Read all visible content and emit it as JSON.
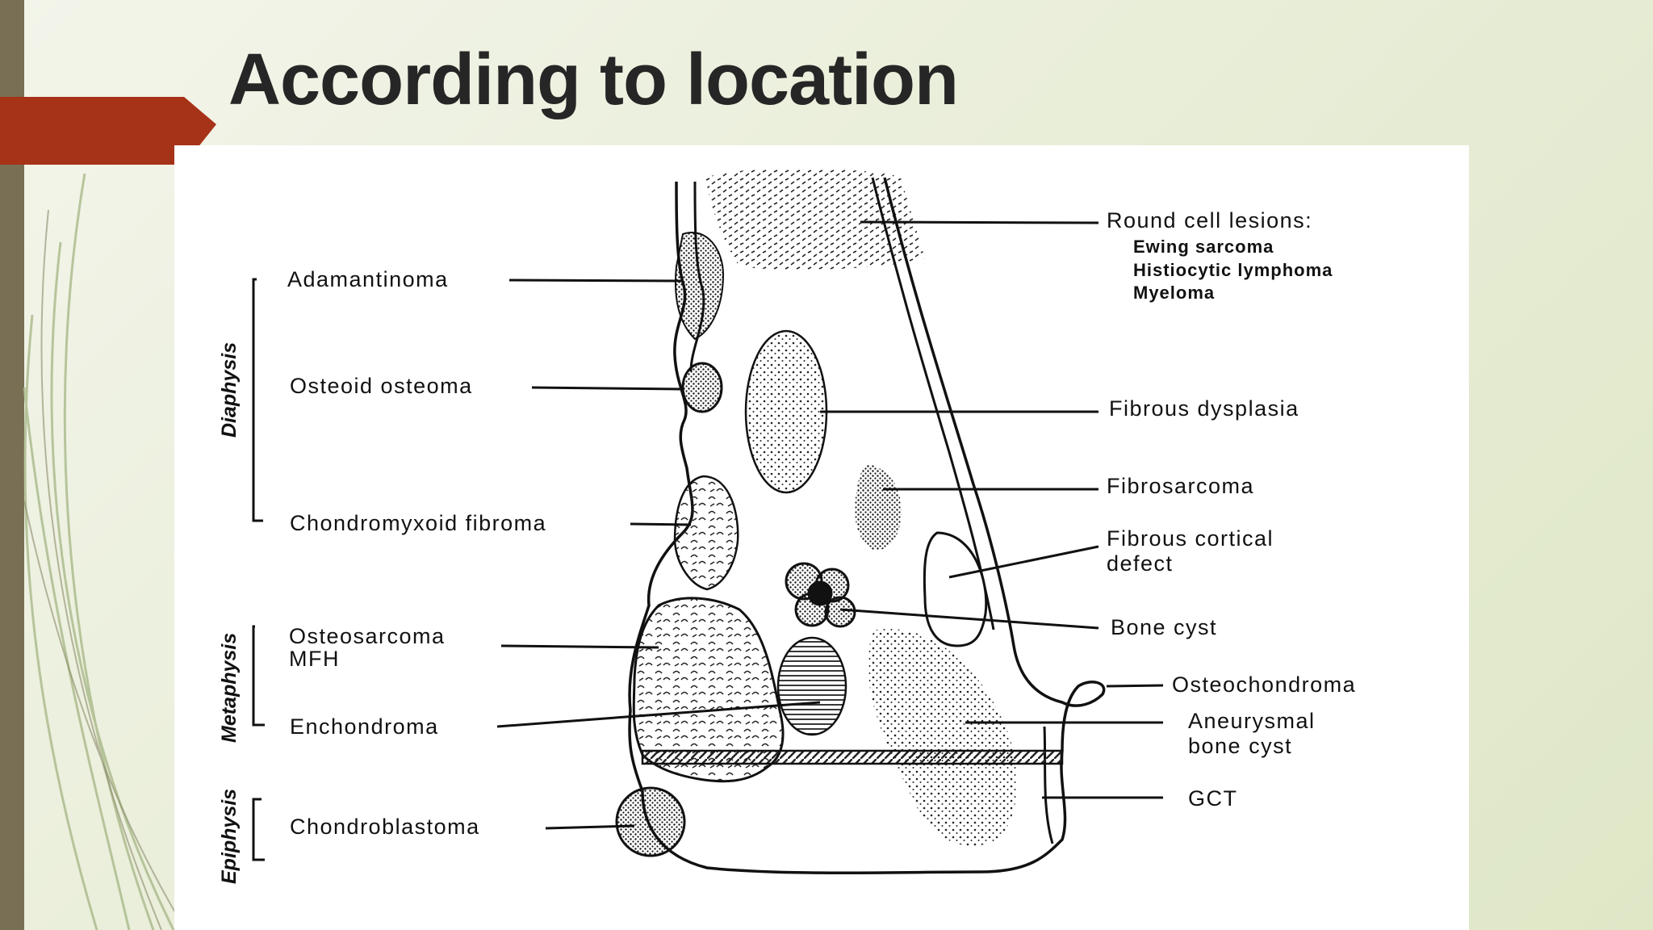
{
  "slide": {
    "title": "According to location"
  },
  "diagram": {
    "regions": [
      {
        "label": "Diaphysis"
      },
      {
        "label": "Metaphysis"
      },
      {
        "label": "Epiphysis"
      }
    ],
    "left_labels": [
      {
        "text": "Adamantinoma"
      },
      {
        "text": "Osteoid osteoma"
      },
      {
        "text": "Chondromyxoid fibroma"
      },
      {
        "text": "Osteosarcoma"
      },
      {
        "text": "MFH"
      },
      {
        "text": "Enchondroma"
      },
      {
        "text": "Chondroblastoma"
      }
    ],
    "right_labels": {
      "round_cell": {
        "heading": "Round cell lesions:",
        "items": [
          "Ewing sarcoma",
          "Histiocytic lymphoma",
          "Myeloma"
        ]
      },
      "fibrous_dysplasia": "Fibrous dysplasia",
      "fibrosarcoma": "Fibrosarcoma",
      "fibrous_cortical_defect": [
        "Fibrous cortical",
        "defect"
      ],
      "bone_cyst": "Bone cyst",
      "osteochondroma": "Osteochondroma",
      "aneurysmal_bone_cyst": [
        "Aneurysmal",
        "bone cyst"
      ],
      "gct": "GCT"
    }
  }
}
